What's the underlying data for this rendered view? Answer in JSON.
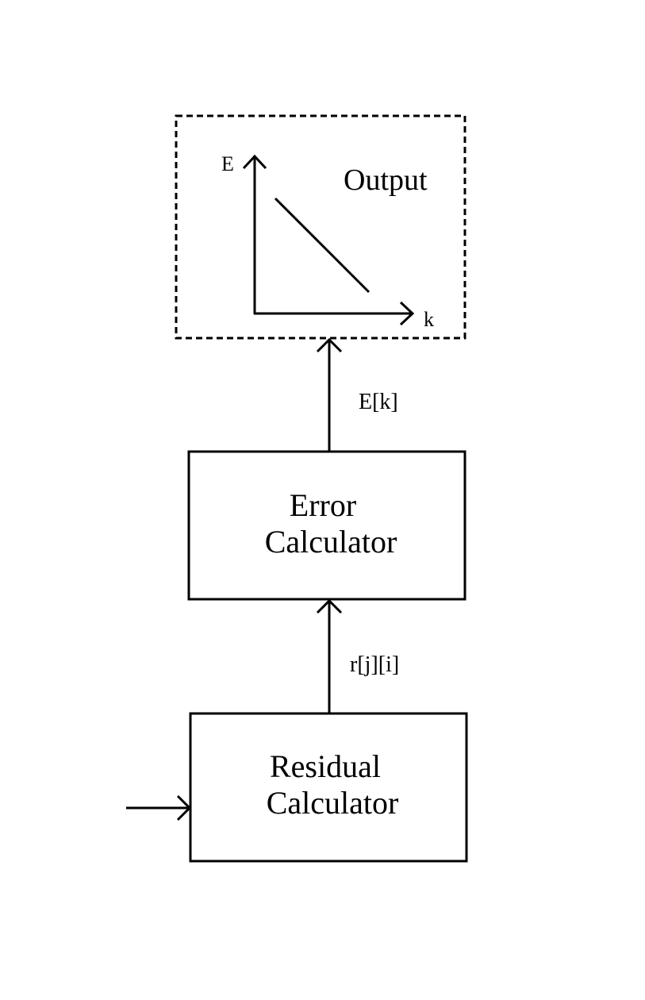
{
  "output_block": {
    "title": "Output",
    "y_axis_label": "E",
    "x_axis_label": "k"
  },
  "signals": {
    "error_to_output": "E[k]",
    "residual_to_error": "r[j][i]"
  },
  "error_calculator": {
    "line1": "Error",
    "line2": "Calculator"
  },
  "residual_calculator": {
    "line1": "Residual",
    "line2": "Calculator"
  }
}
